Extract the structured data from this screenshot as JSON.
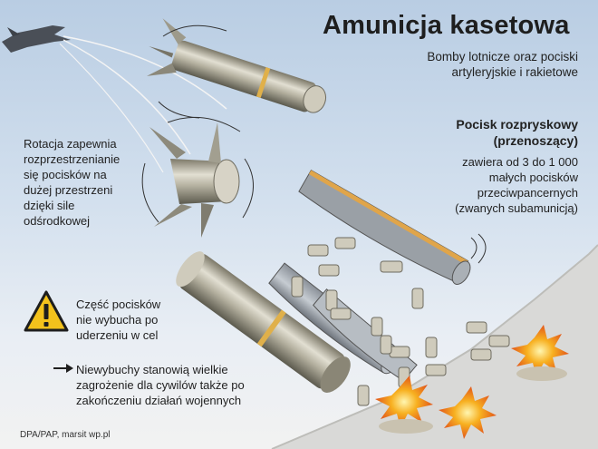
{
  "title": "Amunicja kasetowa",
  "subtitle_lines": [
    "Bomby lotnicze oraz pociski",
    "artyleryjskie i rakietowe"
  ],
  "projectile_heading_lines": [
    "Pocisk rozpryskowy",
    "(przenoszący)"
  ],
  "projectile_desc_lines": [
    "zawiera od 3 do 1 000",
    "małych pocisków",
    "przeciwpancernych",
    "(zwanych subamunicją)"
  ],
  "rotation_lines": [
    "Rotacja zapewnia",
    "rozprzestrzenianie",
    "się pocisków na",
    "dużej przestrzeni",
    "dzięki sile",
    "odśrodkowej"
  ],
  "warning_lines": [
    "Część pocisków",
    "nie wybucha po",
    "uderzeniu w cel"
  ],
  "danger_lines": [
    "Niewybuchy stanowią wielkie",
    "zagrożenie dla cywilów także po",
    "zakończeniu działań wojennych"
  ],
  "credit": "DPA/PAP, marsit wp.pl",
  "colors": {
    "bomb_body": "#b8b4a4",
    "stripe": "#e0b04a",
    "explosion": "#f0a020",
    "ground": "#d8d8d6",
    "sky": "#b9cde3"
  },
  "icons": {
    "warning": "warning-triangle-icon",
    "arrow": "arrow-right-icon",
    "jet": "fighter-jet-icon"
  }
}
